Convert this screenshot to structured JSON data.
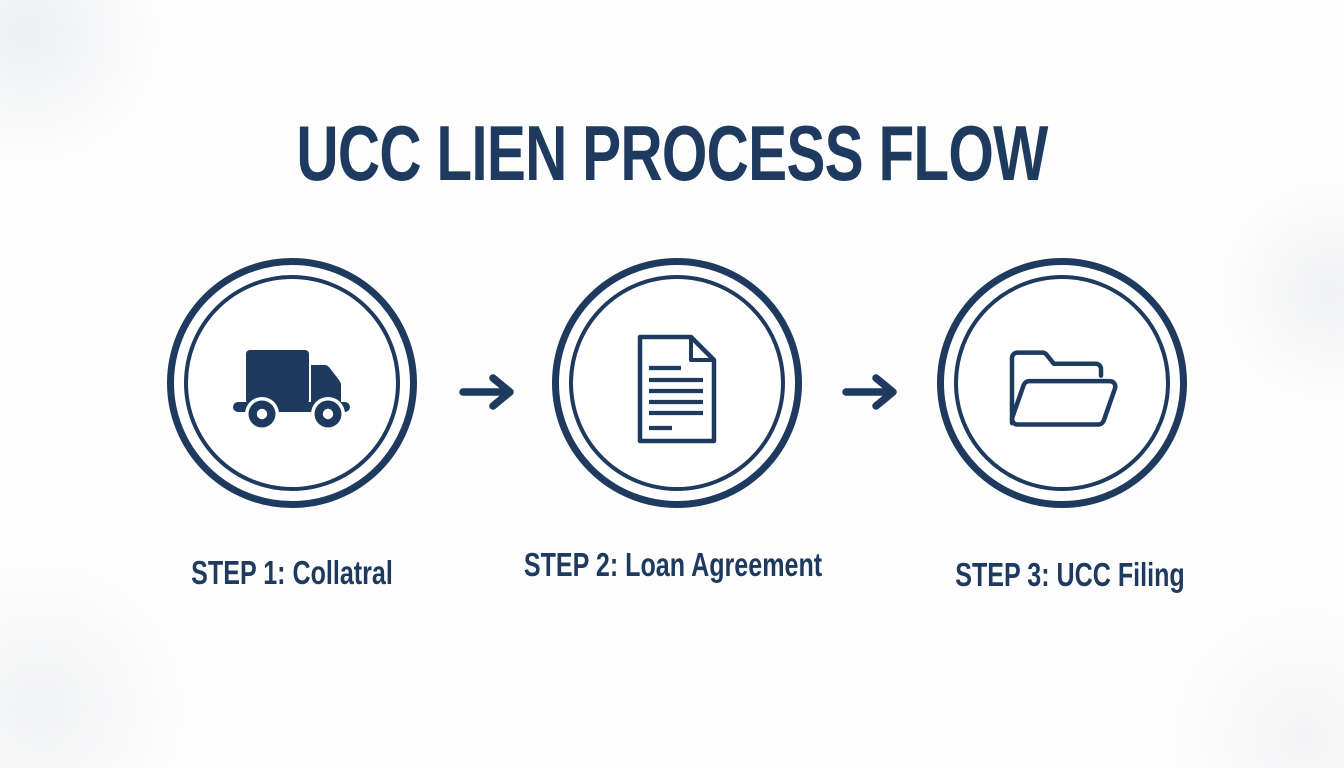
{
  "title": "UCC LIEN PROCESS FLOW",
  "colors": {
    "navy": "#1e3a5f",
    "background": "#fdfdfd"
  },
  "steps": [
    {
      "label": "STEP 1: Collatral",
      "icon": "truck-icon"
    },
    {
      "label": "STEP 2: Loan Agreement",
      "icon": "document-icon"
    },
    {
      "label": "STEP 3: UCC Filing",
      "icon": "folder-icon"
    }
  ],
  "arrows": [
    {
      "icon": "right-arrow-icon"
    },
    {
      "icon": "right-arrow-icon"
    }
  ]
}
